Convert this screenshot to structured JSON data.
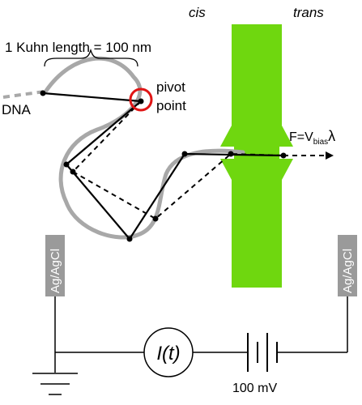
{
  "labels": {
    "cis": "cis",
    "trans": "trans",
    "kuhn_length": "1 Kuhn length = 100 nm",
    "pivot": "pivot",
    "point": "point",
    "dna": "DNA",
    "force_prefix": "F=V",
    "force_subscript": "bias",
    "force_suffix": "λ",
    "electrode_left": "Ag/AgCl",
    "electrode_right": "Ag/AgCl",
    "current": "I(t)",
    "voltage": "100 mV"
  },
  "colors": {
    "pore": "#6fd70f",
    "dna_outline": "#a8a8a8",
    "electrode": "#9a9a9a",
    "pivot_circle": "#e01515",
    "line": "#000000"
  },
  "icons": {
    "ground": "ground-symbol",
    "battery": "battery-symbol",
    "ammeter": "current-meter-circle"
  }
}
